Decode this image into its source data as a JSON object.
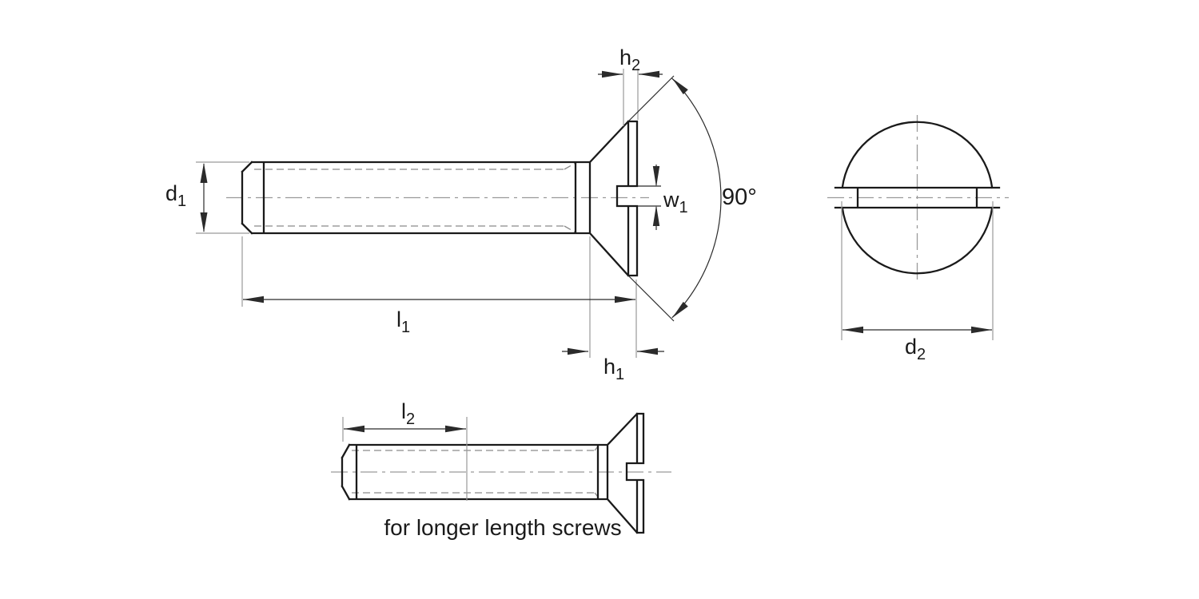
{
  "colors": {
    "background": "#ffffff",
    "outline": "#1a1a1a",
    "dimension": "#2b2b2b",
    "extension": "#9a9a9a",
    "thread": "#8a8a8a",
    "centerline": "#9a9a9a"
  },
  "side_view": {
    "dim_d1": {
      "base": "d",
      "sub": "1"
    },
    "dim_h2": {
      "base": "h",
      "sub": "2"
    },
    "dim_w1": {
      "base": "w",
      "sub": "1"
    },
    "angle_label": "90°",
    "dim_l1": {
      "base": "l",
      "sub": "1"
    },
    "dim_h1": {
      "base": "h",
      "sub": "1"
    }
  },
  "front_view": {
    "dim_d2": {
      "base": "d",
      "sub": "2"
    }
  },
  "long_screw_view": {
    "dim_l2": {
      "base": "l",
      "sub": "2"
    },
    "caption": "for longer length screws"
  }
}
